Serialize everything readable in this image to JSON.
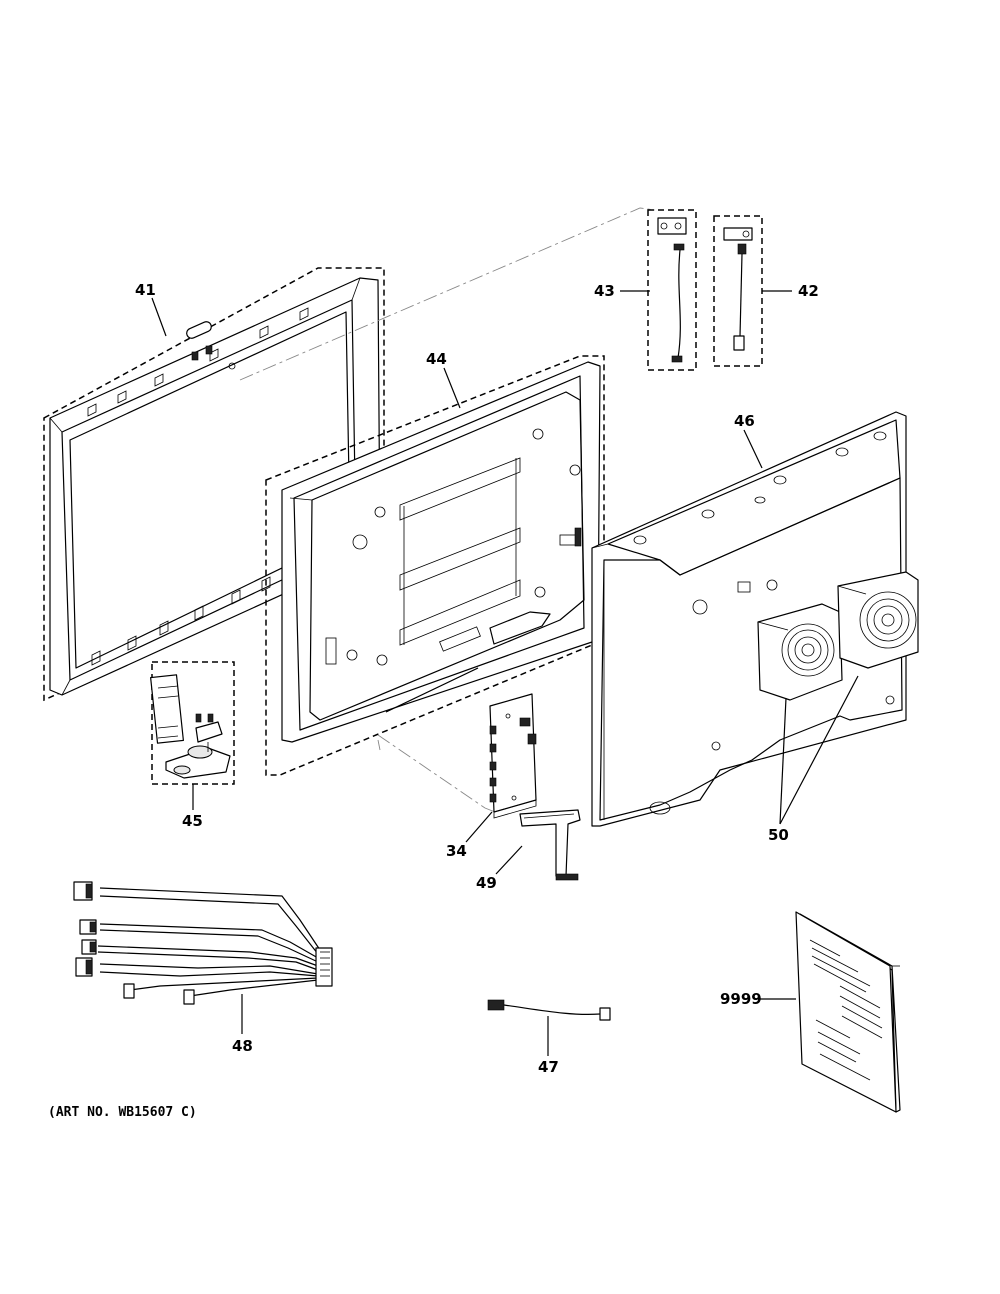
{
  "labels": {
    "p41": "41",
    "p42": "42",
    "p43": "43",
    "p44": "44",
    "p45": "45",
    "p46": "46",
    "p34": "34",
    "p49": "49",
    "p50": "50",
    "p48": "48",
    "p47": "47",
    "p9999": "9999"
  },
  "art_number": "(ART NO. WB15607 C)"
}
